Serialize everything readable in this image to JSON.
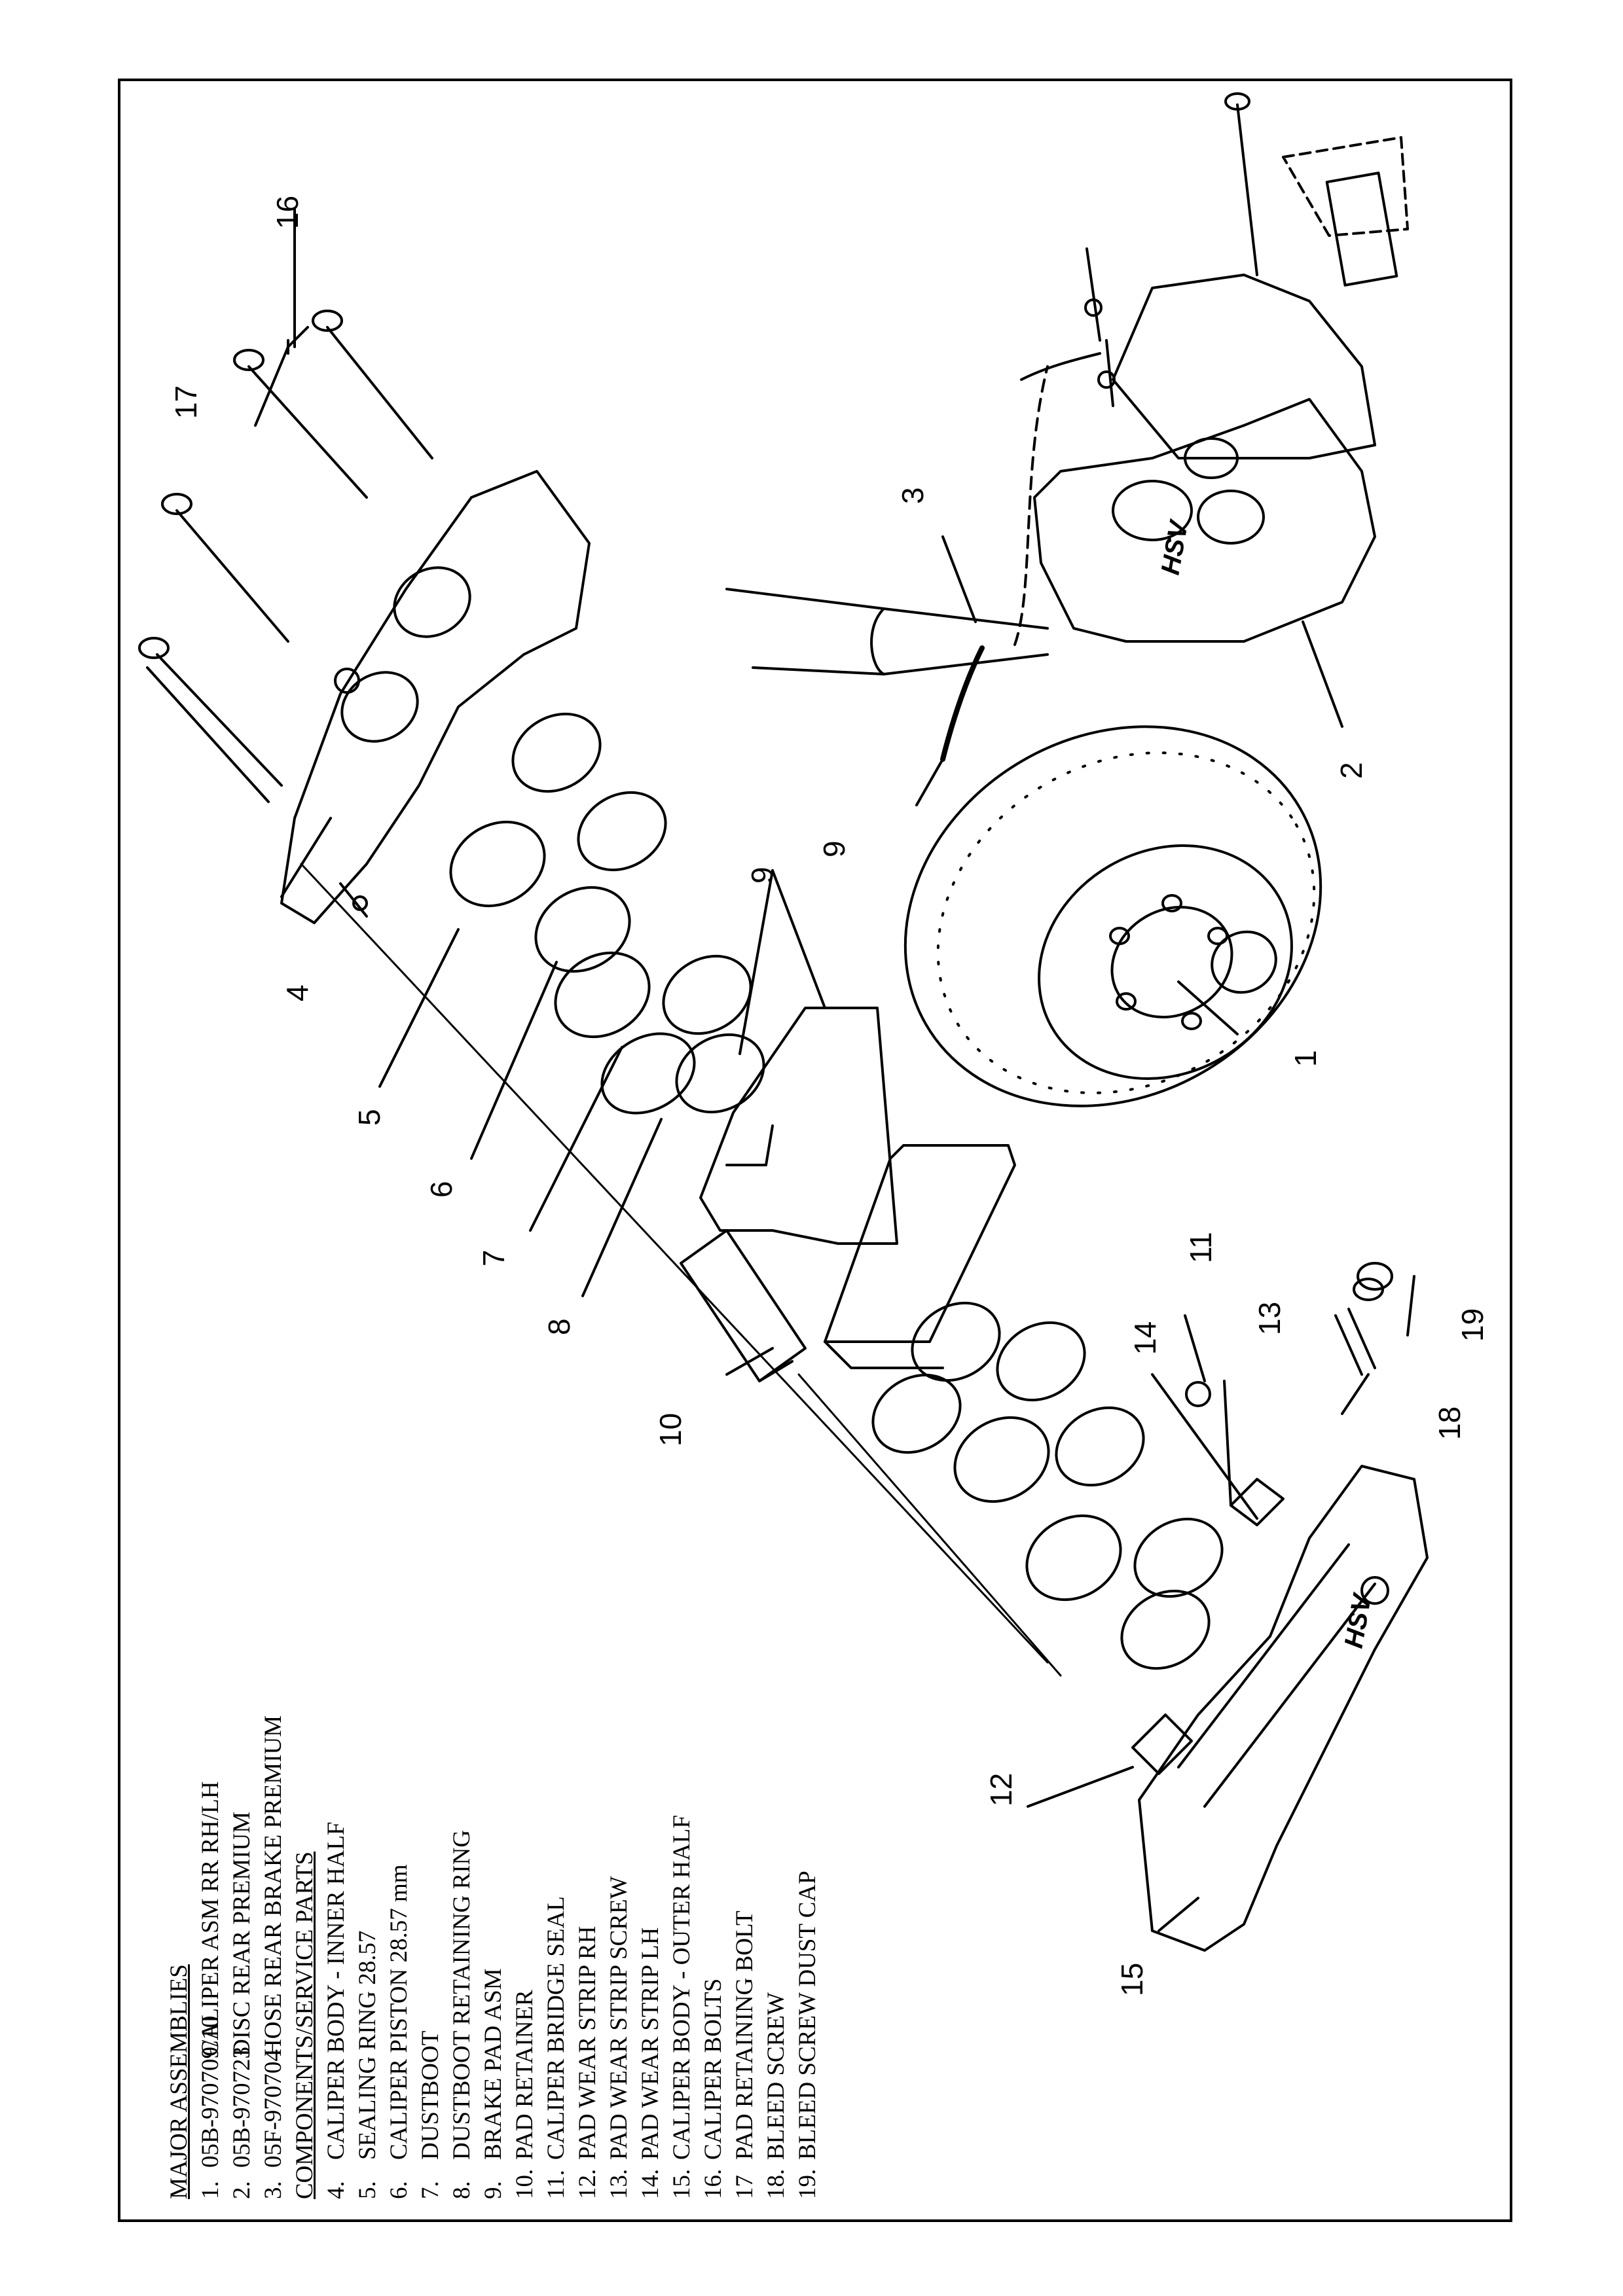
{
  "legend": {
    "major_heading": "MAJOR ASSEMBLIES",
    "major": [
      {
        "num": "1.",
        "code": "05B-970709/10",
        "desc": "CALIPER ASM RR RH/LH"
      },
      {
        "num": "2.",
        "code": "05B-970723",
        "desc": "DISC REAR PREMIUM"
      },
      {
        "num": "3.",
        "code": "05F-970704",
        "desc": "HOSE REAR BRAKE PREMIUM"
      }
    ],
    "components_heading": "COMPONENTS/SERVICE PARTS",
    "components": [
      {
        "num": "4.",
        "desc": "CALIPER BODY - INNER HALF"
      },
      {
        "num": "5.",
        "desc": "SEALING RING  28.57"
      },
      {
        "num": "6.",
        "desc": "CALIPER PISTON 28.57 mm"
      },
      {
        "num": "7.",
        "desc": "DUSTBOOT"
      },
      {
        "num": "8.",
        "desc": "DUSTBOOT RETAINING RING"
      },
      {
        "num": "9.",
        "desc": "BRAKE PAD ASM"
      },
      {
        "num": "10.",
        "desc": "PAD RETAINER"
      },
      {
        "num": "11.",
        "desc": "CALIPER BRIDGE SEAL"
      },
      {
        "num": "12.",
        "desc": "PAD WEAR STRIP RH"
      },
      {
        "num": "13.",
        "desc": "PAD WEAR STRIP SCREW"
      },
      {
        "num": "14.",
        "desc": "PAD WEAR STRIP LH"
      },
      {
        "num": "15.",
        "desc": "CALIPER BODY - OUTER HALF"
      },
      {
        "num": "16.",
        "desc": "CALIPER BOLTS"
      },
      {
        "num": "17",
        "desc": "PAD RETAINING BOLT"
      },
      {
        "num": "18.",
        "desc": "BLEED SCREW"
      },
      {
        "num": "19.",
        "desc": "BLEED SCREW DUST CAP"
      }
    ]
  },
  "callouts": [
    "1",
    "2",
    "3",
    "4",
    "5",
    "6",
    "7",
    "8",
    "9",
    "9",
    "10",
    "11",
    "12",
    "13",
    "14",
    "15",
    "16",
    "17",
    "18",
    "19"
  ],
  "logo_text": "HSV"
}
